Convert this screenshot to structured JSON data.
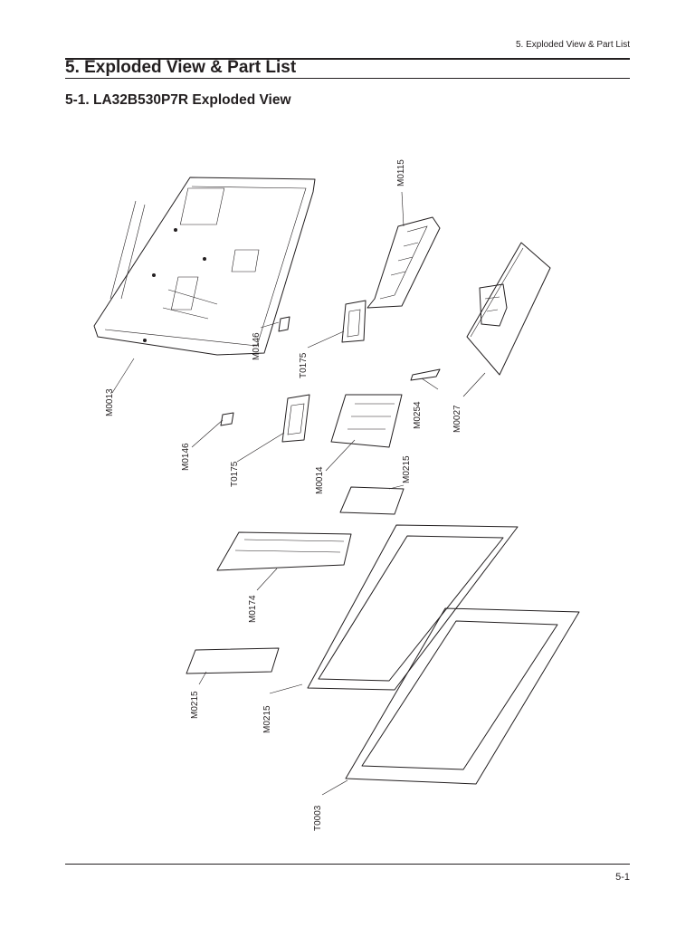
{
  "header": {
    "running_title": "5. Exploded View & Part List"
  },
  "page": {
    "chapter_title": "5. Exploded View & Part List",
    "section_title": "5-1. LA32B530P7R Exploded View",
    "page_number": "5-1"
  },
  "parts": {
    "m0013": "M0013",
    "m0146_upper": "M0146",
    "m0146_lower": "M0146",
    "t0175_upper": "T0175",
    "t0175_lower": "T0175",
    "m0115": "M0115",
    "m0254": "M0254",
    "m0027": "M0027",
    "m0014": "M0014",
    "m0215_board": "M0215",
    "m0174": "M0174",
    "m0215_sheet": "M0215",
    "m0215_frame": "M0215",
    "t0003": "T0003"
  }
}
